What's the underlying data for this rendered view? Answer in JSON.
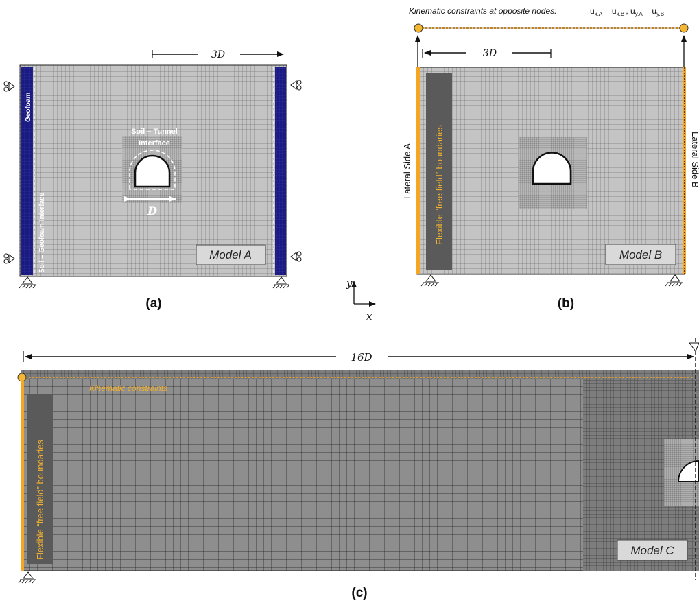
{
  "panel_a": {
    "label": "(a)",
    "model_label": "Model A",
    "dimension_label": "3D",
    "tunnel_width_label": "D",
    "interface_label_line1": "Soil – Tunnel",
    "interface_label_line2": "Interface",
    "geofoam_label": "Geofoam",
    "geofoam_interface_label": "Soil – Geofoam Interface"
  },
  "panel_b": {
    "label": "(b)",
    "model_label": "Model B",
    "dimension_label": "3D",
    "constraint_title": "Kinematic constraints at opposite nodes:",
    "constraint_equation": "u_x,A = u_x,B , u_y,A = u_y,B",
    "lateral_side_a": "Lateral Side A",
    "lateral_side_b": "Lateral Side B",
    "free_field_label": "Flexible “free field” boundaries"
  },
  "axes": {
    "x_label": "x",
    "y_label": "y"
  },
  "panel_c": {
    "label": "(c)",
    "model_label": "Model C",
    "dimension_label": "16D",
    "constraints_label": "Kinematic constraints",
    "free_field_label": "Flexible “free field” boundaries"
  },
  "colors": {
    "mesh_light": "#bdbdbd",
    "mesh_dark": "#8c8c8c",
    "geofoam": "#1a1a80",
    "boundary_orange": "#f5a623",
    "node_fill": "#f5b731",
    "label_box": "#d9d9d9",
    "free_field_box": "#5a5a5a",
    "free_field_text": "#f0b030"
  }
}
